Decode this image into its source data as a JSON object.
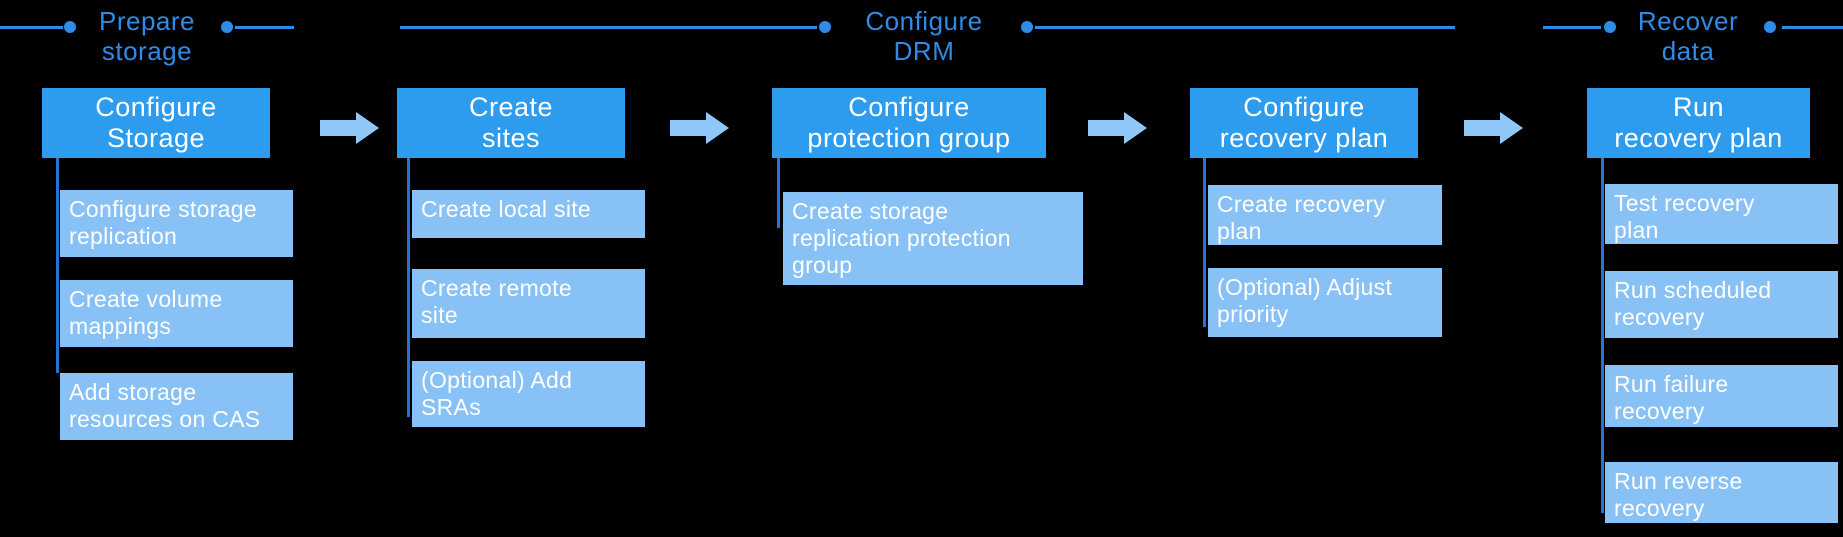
{
  "colors": {
    "background": "#000000",
    "phase_accent": "#2f8be6",
    "main_box": "#2d9cee",
    "sub_box": "#87c1f5",
    "arrow": "#8fc8f8",
    "connector": "#2574d5",
    "box_text": "#ffffff"
  },
  "phases": [
    {
      "label": "Prepare\nstorage"
    },
    {
      "label": "Configure\nDRM"
    },
    {
      "label": "Recover\ndata"
    }
  ],
  "columns": [
    {
      "main": "Configure\nStorage",
      "subs": [
        "Configure storage\nreplication",
        "Create volume\nmappings",
        "Add storage\nresources on CAS"
      ]
    },
    {
      "main": "Create\nsites",
      "subs": [
        "Create local site",
        "Create remote\nsite",
        "(Optional) Add\nSRAs"
      ]
    },
    {
      "main": "Configure\nprotection group",
      "subs": [
        "Create storage\nreplication protection\ngroup"
      ]
    },
    {
      "main": "Configure\nrecovery plan",
      "subs": [
        "Create recovery\nplan",
        "(Optional) Adjust\npriority"
      ]
    },
    {
      "main": "Run\nrecovery plan",
      "subs": [
        "Test recovery\nplan",
        "Run scheduled\nrecovery",
        "Run failure\nrecovery",
        "Run reverse\nrecovery"
      ]
    }
  ]
}
